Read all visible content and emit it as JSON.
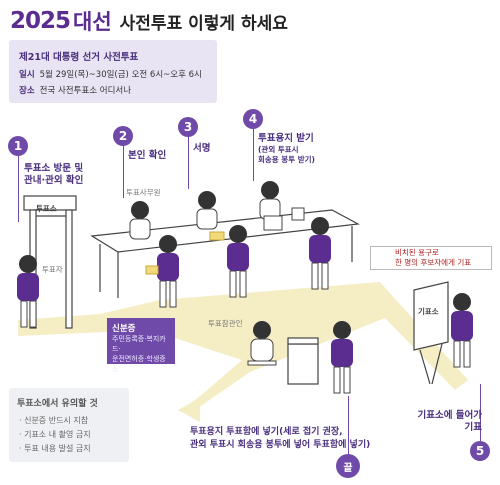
{
  "title": {
    "year": "2025",
    "election": "대선",
    "subtitle": "사전투표 이렇게 하세요"
  },
  "info": {
    "heading": "제21대 대통령 선거 사전투표",
    "date_label": "일시",
    "date_value": "5월 29일(목)~30일(금) 오전 6시~오후 6시",
    "place_label": "장소",
    "place_value": "전국 사전투표소 어디서나"
  },
  "steps": [
    {
      "num": "1",
      "label1": "투표소 방문 및",
      "label2": "관내·관외 확인"
    },
    {
      "num": "2",
      "label1": "본인 확인"
    },
    {
      "num": "3",
      "label1": "서명"
    },
    {
      "num": "4",
      "label1": "투표용지 받기",
      "sub1": "(관외 투표시",
      "sub2": "회송용 봉투 받기)"
    },
    {
      "num": "5",
      "label1": "기표소에 들어가",
      "label2": "기표"
    }
  ],
  "step6": {
    "line1": "투표용지 투표함에 넣기(세로 접기 권장,",
    "line2": "관외 투표시 회송용 봉투에 넣어 투표함에 넣기)"
  },
  "end_label": "끝",
  "scene_labels": {
    "station_sign": "투표소",
    "voter": "투표자",
    "clerk": "투표사무원",
    "observer": "투표참관인",
    "booth_sign": "기표소"
  },
  "id_box": {
    "heading": "신분증",
    "line1": "주민등록증·복지카드·",
    "line2": "운전면허증·학생증 등"
  },
  "hint": {
    "line1": "비치된 용구로",
    "line2": "한 명의 후보자에게 기표"
  },
  "caution": {
    "heading": "투표소에서 유의할 것",
    "items": [
      "· 신분증 반드시 지참",
      "· 기표소 내 촬영 금지",
      "· 투표 내용 발설 금지"
    ]
  },
  "colors": {
    "accent": "#6f4aa8",
    "title": "#5b2d90",
    "path": "#f5edc4",
    "info_bg": "#e8e4f3",
    "hint_text": "#b32020"
  }
}
